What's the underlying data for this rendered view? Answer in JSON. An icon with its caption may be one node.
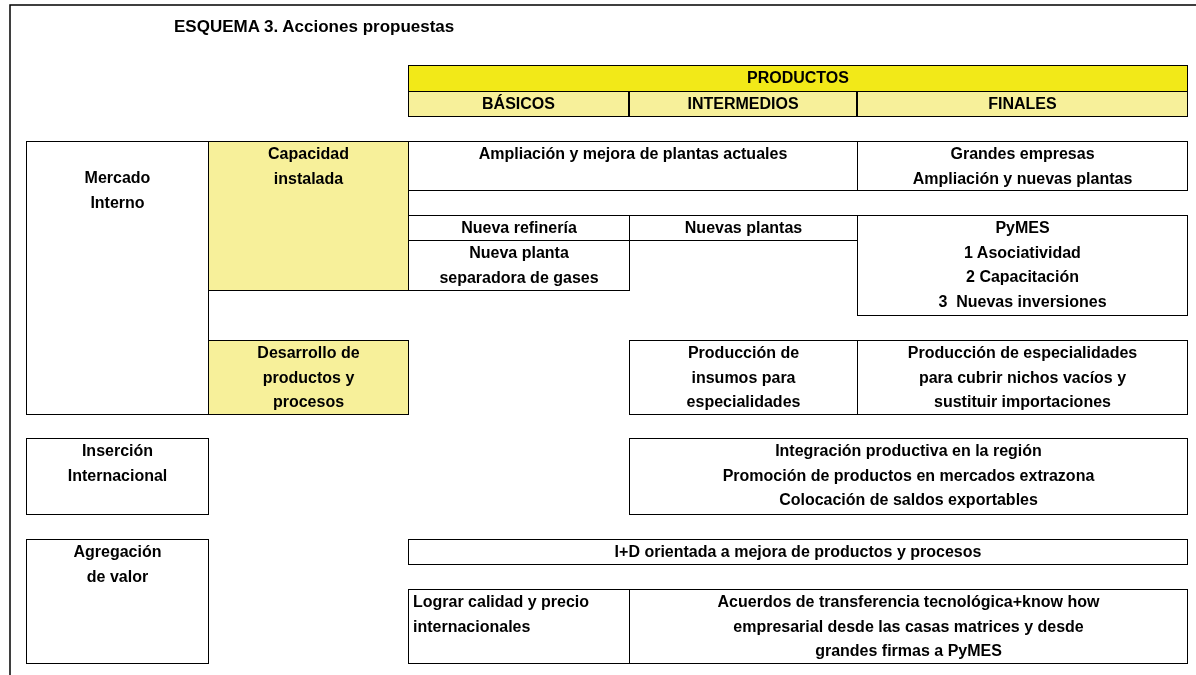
{
  "diagram": {
    "title": "ESQUEMA 3. Acciones propuestas",
    "nodes": [
      {
        "text": [
          "PRODUCTOS"
        ]
      },
      {
        "text": [
          "BÁSICOS"
        ]
      },
      {
        "text": [
          "INTERMEDIOS"
        ]
      },
      {
        "text": [
          "FINALES"
        ]
      },
      {
        "text": [
          "Mercado Interno"
        ]
      },
      {
        "text": [
          "Capacidad instalada"
        ]
      },
      {
        "text": [
          "Ampliación y mejora de plantas actuales"
        ]
      },
      {
        "text": [
          "Grandes empresas",
          "Ampliación y nuevas plantas"
        ]
      },
      {
        "text": [
          "Nueva refinería"
        ]
      },
      {
        "text": [
          "Nuevas plantas"
        ]
      },
      {
        "text": [
          "PyMES",
          "1 Asociatividad",
          "2 Capacitación",
          "3  Nuevas inversiones"
        ]
      },
      {
        "text": [
          "Nueva planta separadora de gases"
        ]
      },
      {
        "text": [
          "Desarrollo de productos y procesos"
        ]
      },
      {
        "text": [
          "Producción de insumos para especialidades"
        ]
      },
      {
        "text": [
          "Producción de especialidades para cubrir nichos vacíos y sustituir importaciones"
        ]
      },
      {
        "text": [
          "Inserción Internacional"
        ]
      },
      {
        "text": [
          "Integración productiva en la región",
          "Promoción de productos en mercados extrazona",
          "Colocación de saldos exportables"
        ]
      },
      {
        "text": [
          "Agregación de valor"
        ]
      },
      {
        "text": [
          "I+D orientada a mejora de productos y procesos"
        ]
      },
      {
        "text": [
          "Lograr calidad y precio internacionales"
        ]
      },
      {
        "text": [
          "Acuerdos de transferencia tecnológica+know how empresarial desde las casas matrices y desde grandes firmas a PyMES"
        ]
      }
    ]
  }
}
